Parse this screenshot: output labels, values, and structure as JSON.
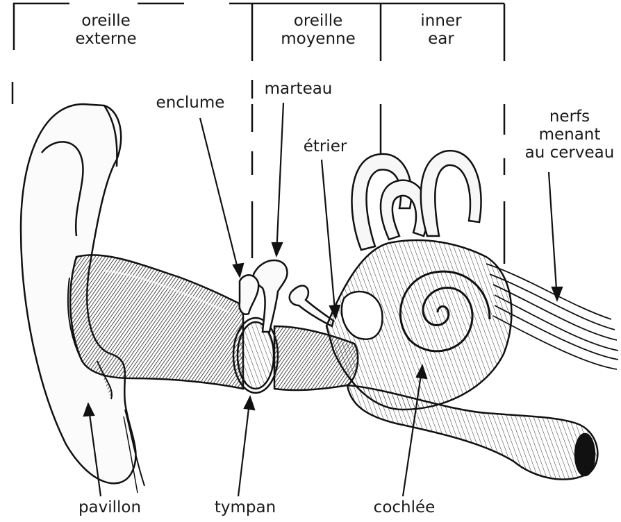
{
  "regions": {
    "outer": {
      "line1": "oreille",
      "line2": "externe"
    },
    "middle": {
      "line1": "oreille",
      "line2": "moyenne"
    },
    "inner": {
      "line1": "inner",
      "line2": "ear"
    }
  },
  "labels": {
    "enclume": "enclume",
    "marteau": "marteau",
    "etrier": "étrier",
    "nerfs_line1": "nerfs",
    "nerfs_line2": "menant",
    "nerfs_line3": "au cerveau",
    "pavillon": "pavillon",
    "tympan": "tympan",
    "cochlee": "cochlée"
  }
}
